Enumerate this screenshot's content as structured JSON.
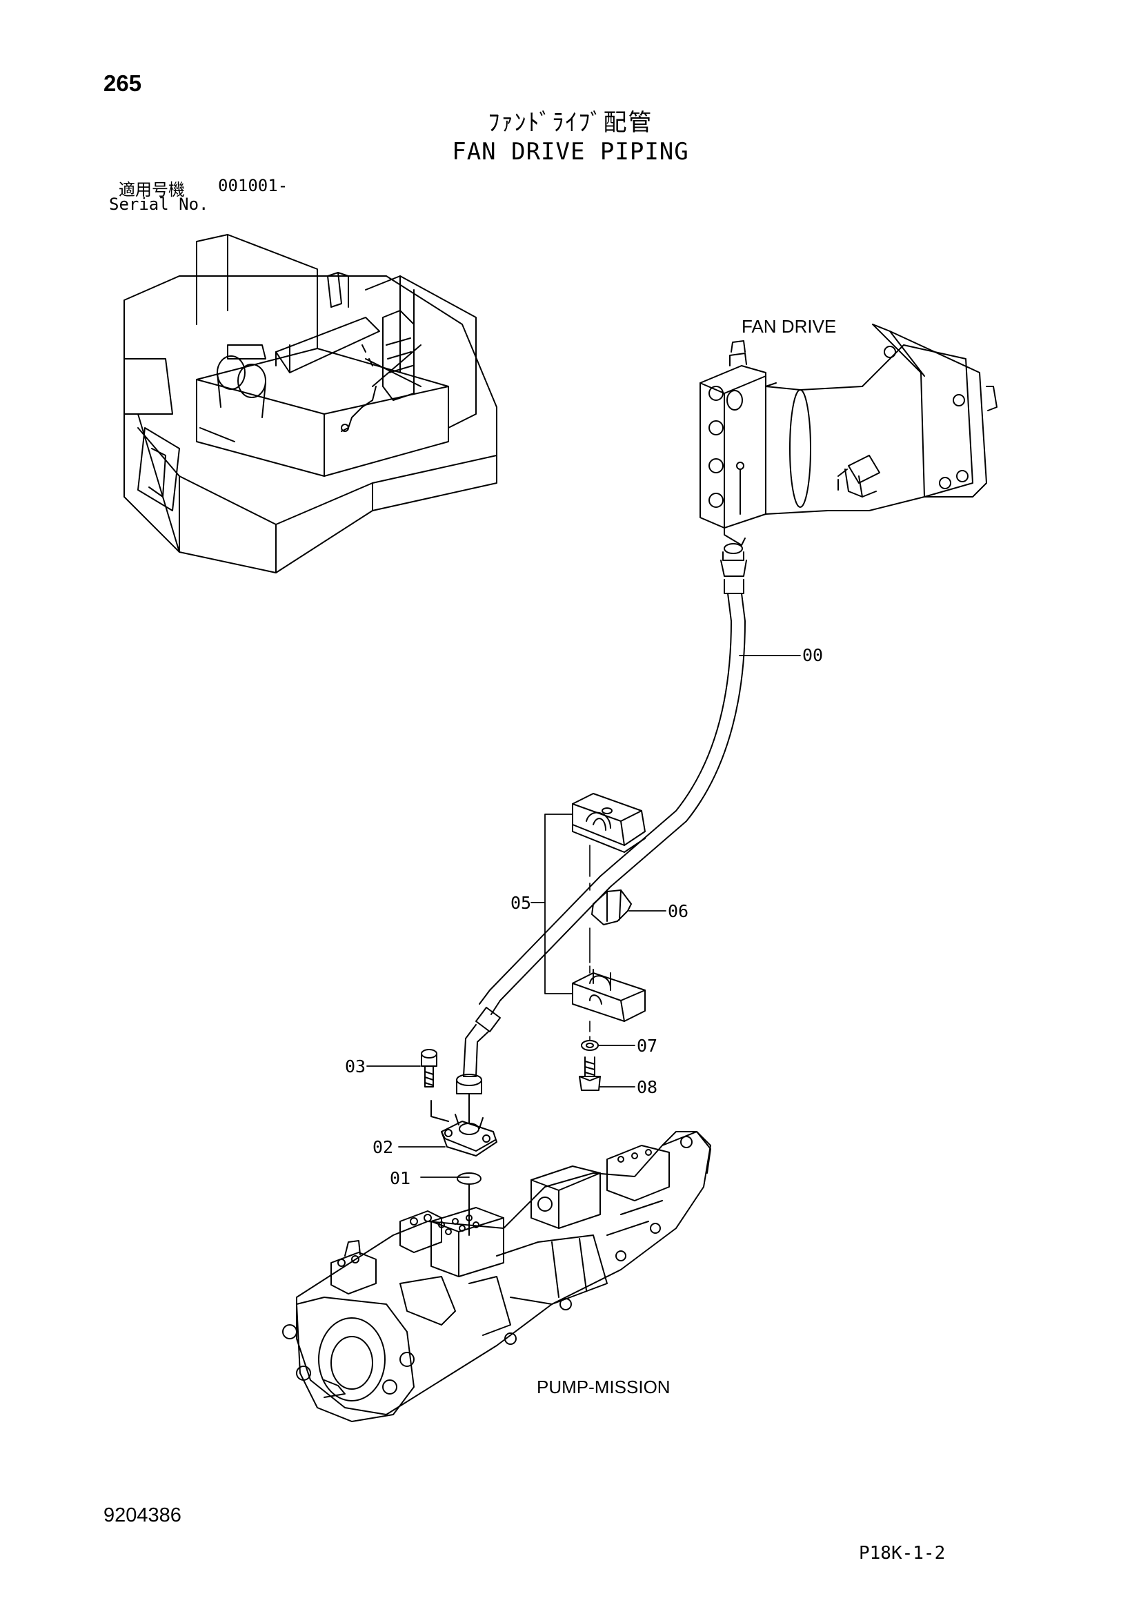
{
  "header": {
    "page_number": "265",
    "title_jp": "ﾌｧﾝﾄﾞﾗｲﾌﾞ配管",
    "title_en": "FAN DRIVE PIPING",
    "serial_label_jp": "適用号機",
    "serial_value": "001001-",
    "serial_label_en": "Serial No."
  },
  "components": {
    "fan_drive": "FAN DRIVE",
    "pump_mission": "PUMP-MISSION"
  },
  "callouts": {
    "c00": "00",
    "c01": "01",
    "c02": "02",
    "c03": "03",
    "c05": "05",
    "c06": "06",
    "c07": "07",
    "c08": "08"
  },
  "footer": {
    "doc_number": "9204386",
    "page_code": "P18K-1-2"
  }
}
